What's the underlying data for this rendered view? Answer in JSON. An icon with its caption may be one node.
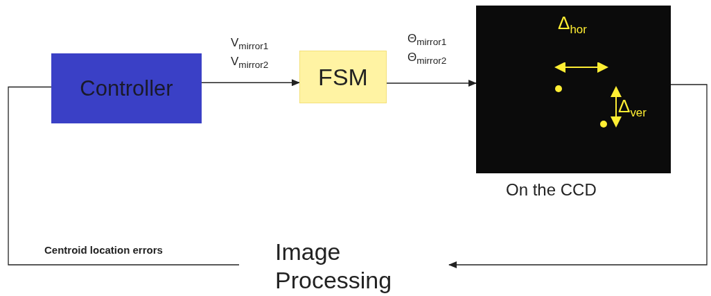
{
  "diagram": {
    "nodes": [
      {
        "text": [
          "Controller"
        ]
      },
      {
        "text": [
          "FSM"
        ]
      },
      {
        "text": [
          "Δ$_{hor}$",
          "Δ$_{ver}$"
        ],
        "beside": [
          "On the CCD"
        ]
      },
      {
        "text": [
          "Image Processing"
        ]
      }
    ],
    "edges": [
      {
        "from": 0,
        "to": 1,
        "arrow": "to",
        "label": "V$_{mirror1}$ V$_{mirror2}$"
      },
      {
        "from": 1,
        "to": 2,
        "arrow": "to",
        "label": "Θ$_{mirror1}$ Θ$_{mirror2}$"
      },
      {
        "from": 2,
        "to": 3,
        "arrow": "to"
      },
      {
        "from": 3,
        "to": 0,
        "arrow": "none",
        "label": "Centroid location errors"
      }
    ]
  }
}
